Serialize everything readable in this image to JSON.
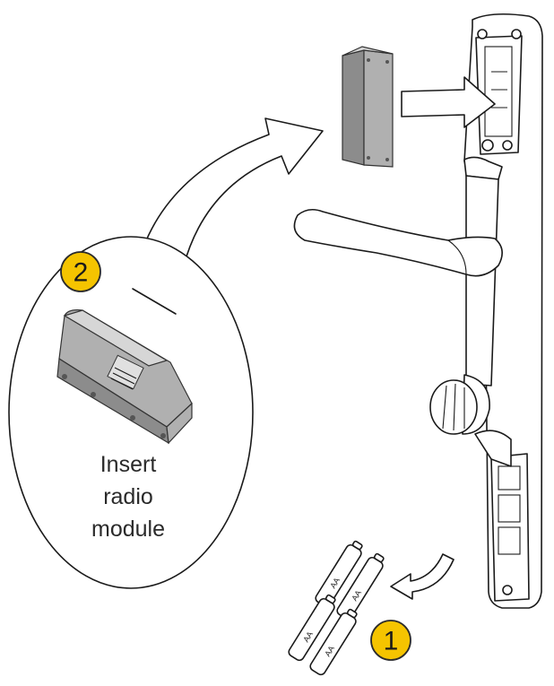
{
  "steps": [
    {
      "number": "2",
      "caption_lines": [
        "Insert",
        "radio",
        "module"
      ]
    },
    {
      "number": "1"
    }
  ],
  "battery_labels": [
    "AA",
    "AA",
    "AA",
    "AA"
  ],
  "colors": {
    "badge": "#f5c400",
    "outline": "#1a1a1a",
    "module_grey": "#b0b0b0"
  }
}
